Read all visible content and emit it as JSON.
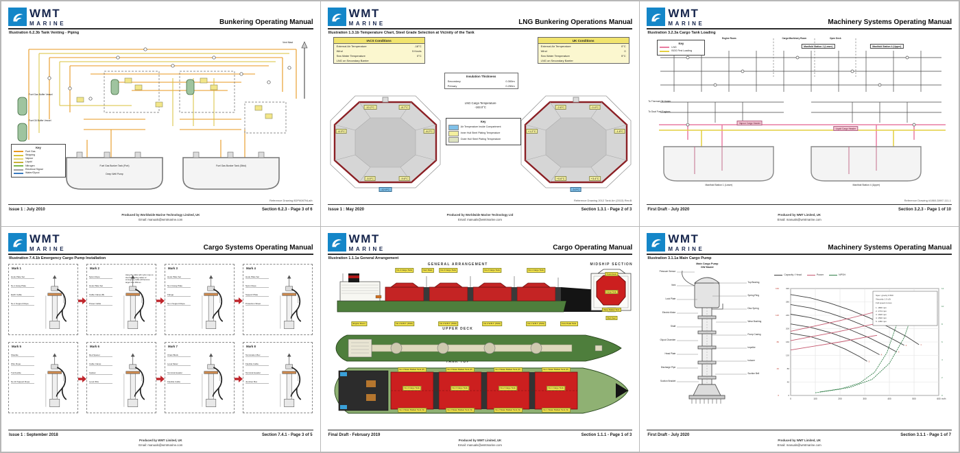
{
  "brand": {
    "name": "WMT",
    "sub": "MARINE"
  },
  "pages": [
    {
      "title": "Bunkering Operating Manual",
      "caption": "Illustration 6.2.3b Tank Venting - Piping",
      "footer_left": "Issue 1 : July 2010",
      "footer_right": "Section 6.2.3 - Page 3 of 6",
      "produced_by": "Produced by Worldwide Marine Technology Limited, UK",
      "produced_email": "Email: manuals@wmtmarine.com",
      "ref_note": "Reference Drawing 8DP6087NLa/b",
      "key_title": "Key",
      "legend": [
        {
          "label": "Fuel Gas",
          "color": "#e8971e"
        },
        {
          "label": "Stripping",
          "color": "#d8c23a"
        },
        {
          "label": "Vapour",
          "color": "#e5d36b"
        },
        {
          "label": "Liquid",
          "color": "#c9b037"
        },
        {
          "label": "Nitrogen",
          "color": "#7ab648"
        },
        {
          "label": "Electrical Signal",
          "color": "#9a9a9a"
        },
        {
          "label": "Water/Glycol",
          "color": "#3a7abf"
        }
      ],
      "labels": [
        "Fuel Gas Buffer Vessel",
        "Fuel Oil Buffer Vessel",
        "Vent Mast",
        "Deep Well Pump",
        "Fuel Gas Bunker Tank (Port)",
        "Fuel Gas Bunker Tank (Stbd)"
      ]
    },
    {
      "title": "LNG Bunkering Operations Manual",
      "caption": "Illustration 1.3.1b Temperature Chart, Steel Grade Selection at Vicinity of the Tank",
      "footer_left": "Issue 1 : May 2020",
      "footer_right": "Section 1.3.1 - Page 2 of 3",
      "produced_by": "Produced by Worldwide Marine Technology Ltd",
      "produced_email": "Email: manuals@wmtmarine.com",
      "ref_note": "Reference Drawing 2012 Tank Arr (2013) Rev.B",
      "iacs_box": {
        "title": "IACS Conditions",
        "rows": [
          [
            "External Air Temperature",
            "-18°C"
          ],
          [
            "Wind",
            "5 Knots"
          ],
          [
            "Sea Water Temperature",
            "0°C"
          ],
          [
            "LNG on Secondary Barrier",
            ""
          ]
        ]
      },
      "uk_box": {
        "title": "UK Conditions",
        "rows": [
          [
            "External Air Temperature",
            "0°C"
          ],
          [
            "Wind",
            "0"
          ],
          [
            "Sea Water Temperature",
            "5°C"
          ],
          [
            "LNG on Secondary Barrier",
            ""
          ]
        ]
      },
      "insulation_box": {
        "title": "Insulation Thickness",
        "rows": [
          [
            "Secondary",
            "0.300m"
          ],
          [
            "Primary",
            "0.250m"
          ]
        ]
      },
      "lng_temp_label": "LNG Cargo Temperature",
      "lng_temp_value": "-163.0°C",
      "key_title": "Key",
      "key": [
        {
          "label": "Air Temperature Inside Compartment",
          "color": "#7fc0e8"
        },
        {
          "label": "Inner Hull Steel Plating Temperature",
          "color": "#f3ef9e"
        },
        {
          "label": "Outer Hull Steel Plating Temperature",
          "color": "#dde3c0"
        }
      ],
      "left_temps": [
        "-10.2°C",
        "-8.7°C",
        "-6.3°C",
        "-8.2°C",
        "-5.5°C",
        "-9.6°C"
      ],
      "left_air_temp": "-12.0°C",
      "right_temps": [
        "-2.6°C",
        "-0.4°C",
        "+1.2°C",
        "-1.8°C",
        "+0.6°C",
        "+3.4°C"
      ],
      "right_air_temp": "-3.0°C"
    },
    {
      "title": "Machinery Systems Operating Manual",
      "caption": "Illustration 3.2.3a Cargo Tank Loading",
      "footer_left": "First Draft  -  July 2020",
      "footer_right": "Section 3.2.3 - Page 1 of 10",
      "produced_by": "Produced by WMT Limited, UK",
      "produced_email": "Email: manuals@wmtmarine.com",
      "ref_note": "Reference Drawing #1860-D897-111-1",
      "key_title": "Key",
      "legend": [
        {
          "label": "LNG",
          "color": "#e87ba0"
        },
        {
          "label": "BOG First Loading",
          "color": "#e3cf3f"
        }
      ],
      "column_headers": [
        "Engine Room",
        "Cargo Machinery Room",
        "Open Deck"
      ],
      "top_labels": [
        "Manifold Station 1 (Lower)",
        "Manifold Station 4 (Upper)"
      ],
      "side_labels": [
        "To Thermal Oil Heater",
        "To Dual Fuel Engines"
      ],
      "header_labels": [
        "Vapour Cargo Header",
        "Liquid Cargo Header"
      ],
      "tank_labels": [
        "Manifold Station 1 (Lower)",
        "Manifold Station 4 (Upper)"
      ]
    },
    {
      "title": "Cargo Systems Operating Manual",
      "caption": "Illustration 7.4.1b Emergency Cargo Pump Installation",
      "footer_left": "Issue 1 : September 2018",
      "footer_right": "Section 7.4.1 - Page 3 of 5",
      "produced_by": "Produced by WMT Limited, UK",
      "produced_email": "Email: manuals@wmtmarine.com",
      "marks": [
        {
          "label": "Mark 1",
          "parts": [
            "Hook Plate Set",
            "No.1 Hang Plate",
            "Earth Cable",
            "No.1 Support Rope"
          ]
        },
        {
          "label": "Mark 2",
          "parts": [
            "Nylon Rope",
            "Hook Plate Set",
            "Cable Clamp (B)",
            "Power Cable"
          ],
          "note": "Hang the cable with nylon rope so that the bending radius of emergency cable will become larger than 350mm"
        },
        {
          "label": "Mark 3",
          "parts": [
            "Hook Plate Set",
            "No.2 Hang Plate",
            "Flange",
            "No.1 Support Rope"
          ]
        },
        {
          "label": "Mark 4",
          "parts": [
            "Hook Plate Set",
            "Nylon Rope",
            "Support Plate",
            "Protection Sheet"
          ]
        },
        {
          "label": "Mark 5",
          "parts": [
            "Shackle",
            "Wire Rope",
            "Turnbuckle",
            "No.10 Support Rope"
          ]
        },
        {
          "label": "Mark 6",
          "parts": [
            "Red Spacer",
            "Cable Clamp",
            "Gasket",
            "Level Wire"
          ]
        },
        {
          "label": "Mark 7",
          "parts": [
            "Chain Block",
            "Level Meter",
            "Terminal Header",
            "Flexible Cable"
          ]
        },
        {
          "label": "Mark 8",
          "parts": [
            "Termination Box",
            "Flexible Cable",
            "Terminal Header",
            "Junction Box"
          ]
        }
      ]
    },
    {
      "title": "Cargo Operating Manual",
      "caption": "Illustration 1.1.1a General Arrangement",
      "footer_left": "Final Draft - February 2019",
      "footer_right": "Section 1.1.1 - Page 1 of 3",
      "produced_by": "Produced by WMT Limited, UK",
      "produced_email": "Email: manuals@wmtmarine.com",
      "headings": {
        "general": "GENERAL ARRANGEMENT",
        "midship": "MIDSHIP SECTION",
        "upper": "UPPER DECK",
        "tank": "TANK TOP"
      },
      "side_top_labels": [
        "Vent Mast",
        "No.4 Cargo Tank",
        "No.3 Cargo Tank",
        "No.2 Cargo Tank",
        "No.1 Cargo Tank"
      ],
      "side_bottom_labels": [
        "Engine Room",
        "No.4 W.B.T. (P&S)",
        "No.3 W.B.T. (P&S)",
        "No.2 W.B.T. (P&S)",
        "No.1 W.B.T. (P&S)",
        "Fore Peak Tank"
      ],
      "tanktop_labels": [
        "No.4 Cargo Tank",
        "No.3 Cargo Tank",
        "No.2 Cargo Tank",
        "No.1 Cargo Tank"
      ],
      "tanktop_top_labels": [
        "No.4 Water Ballast Tank (P)",
        "No.3 Water Ballast Tank (P)",
        "No.2 Water Ballast Tank (P)",
        "No.1 Water Ballast Tank (P)"
      ],
      "tanktop_bottom_labels": [
        "No.4 Water Ballast Tank (S)",
        "No.3 Water Ballast Tank (S)",
        "No.2 Water Ballast Tank (S)",
        "No.1 Water Ballast Tank (S)"
      ],
      "midship_labels": [
        "Trunk Deck",
        "Cargo Tank",
        "Water Ballast Tank",
        "Duct Keel"
      ]
    },
    {
      "title": "Machinery Systems Operating Manual",
      "caption": "Illustration 3.1.1a Main Cargo Pump",
      "footer_left": "First Draft  -  July 2020",
      "footer_right": "Section 3.1.1 - Page 1 of 7",
      "produced_by": "Produced by WMT Limited, UK",
      "produced_email": "Email: manuals@wmtmarine.com",
      "pump_title": "Main Cargo Pump",
      "pump_subtitle": "GW Model",
      "left_labels": [
        "Pressure Sensor",
        "Vent",
        "Lock Plate",
        "Electric Motor",
        "Shaft",
        "Glycol Chamber",
        "Head Plate",
        "Discharge Pipe",
        "Suction Bracket"
      ],
      "right_labels": [
        "Top Bearing",
        "Spring Ring",
        "Disc Spring",
        "Wear Bushing",
        "Pump Casing",
        "Impeller",
        "Inducer",
        "Suction Bell"
      ],
      "chart_data": {
        "type": "line",
        "legend": [
          "Capacity / Head",
          "Power",
          "NPSH"
        ],
        "info_lines": [
          "Spec. gravity 0.500",
          "Viscosity 1.0 cSt",
          "Full speed curves"
        ],
        "curve_rows": [
          "1. 1800 rpm",
          "2. 1713 rpm",
          "3. 1626 rpm",
          "4. 1540 rpm",
          "5. 1450 rpm"
        ],
        "xlabel": "m³/h",
        "x_ticks": [
          0,
          100,
          200,
          300,
          400,
          500,
          600
        ],
        "axes": {
          "head": {
            "label": "Head (m)",
            "min": 0,
            "max": 320,
            "ticks": [
              0,
              40,
              80,
              120,
              160,
              200,
              240,
              280,
              320
            ],
            "color": "#333333"
          },
          "power": {
            "label": "kW",
            "min": 0,
            "max": 160,
            "ticks": [
              0,
              40,
              80,
              120,
              160
            ],
            "color": "#c0392b"
          },
          "npsh": {
            "label": "NPSH (m)",
            "min": 0,
            "max": 12,
            "ticks": [
              0,
              2,
              4,
              6,
              8,
              10,
              12
            ],
            "color": "#2e7d46"
          }
        },
        "series": [
          {
            "name": "Head 1800 rpm",
            "scale": "head",
            "color": "#3a3a3a",
            "points": [
              [
                0,
                302
              ],
              [
                80,
                292
              ],
              [
                160,
                276
              ],
              [
                240,
                256
              ],
              [
                320,
                232
              ],
              [
                400,
                204
              ],
              [
                470,
                176
              ],
              [
                520,
                152
              ]
            ]
          },
          {
            "name": "Head 1713 rpm",
            "scale": "head",
            "color": "#3a3a3a",
            "points": [
              [
                0,
                272
              ],
              [
                80,
                262
              ],
              [
                160,
                246
              ],
              [
                240,
                226
              ],
              [
                320,
                202
              ],
              [
                400,
                174
              ],
              [
                460,
                150
              ]
            ]
          },
          {
            "name": "Head 1626 rpm",
            "scale": "head",
            "color": "#3a3a3a",
            "points": [
              [
                0,
                243
              ],
              [
                80,
                233
              ],
              [
                160,
                217
              ],
              [
                240,
                197
              ],
              [
                320,
                172
              ],
              [
                390,
                146
              ],
              [
                430,
                130
              ]
            ]
          },
          {
            "name": "Head 1540 rpm",
            "scale": "head",
            "color": "#3a3a3a",
            "points": [
              [
                0,
                214
              ],
              [
                80,
                204
              ],
              [
                160,
                188
              ],
              [
                240,
                167
              ],
              [
                310,
                142
              ],
              [
                360,
                122
              ]
            ]
          },
          {
            "name": "Head 1450 rpm",
            "scale": "head",
            "color": "#3a3a3a",
            "points": [
              [
                0,
                186
              ],
              [
                80,
                176
              ],
              [
                150,
                160
              ],
              [
                220,
                139
              ],
              [
                280,
                116
              ],
              [
                310,
                102
              ]
            ]
          },
          {
            "name": "Power 1800 rpm",
            "scale": "power",
            "color": "#c4566d",
            "points": [
              [
                0,
                96
              ],
              [
                100,
                104
              ],
              [
                200,
                112
              ],
              [
                300,
                121
              ],
              [
                400,
                130
              ],
              [
                500,
                138
              ]
            ]
          },
          {
            "name": "Power 1626 rpm",
            "scale": "power",
            "color": "#c4566d",
            "points": [
              [
                0,
                82
              ],
              [
                100,
                89
              ],
              [
                200,
                96
              ],
              [
                300,
                104
              ],
              [
                380,
                110
              ]
            ]
          },
          {
            "name": "Power 1450 rpm",
            "scale": "power",
            "color": "#c4566d",
            "points": [
              [
                0,
                68
              ],
              [
                100,
                74
              ],
              [
                200,
                80
              ],
              [
                300,
                87
              ],
              [
                350,
                90
              ]
            ]
          },
          {
            "name": "NPSH high speed",
            "scale": "npsh",
            "color": "#2e7d46",
            "points": [
              [
                120,
                0.4
              ],
              [
                240,
                0.9
              ],
              [
                330,
                1.8
              ],
              [
                400,
                3.6
              ],
              [
                460,
                6.5
              ],
              [
                510,
                10.5
              ]
            ]
          },
          {
            "name": "NPSH low speed",
            "scale": "npsh",
            "color": "#2e7d46",
            "points": [
              [
                100,
                0.3
              ],
              [
                200,
                0.7
              ],
              [
                280,
                1.4
              ],
              [
                340,
                2.6
              ],
              [
                390,
                4.8
              ],
              [
                430,
                8.0
              ]
            ]
          }
        ]
      }
    }
  ]
}
